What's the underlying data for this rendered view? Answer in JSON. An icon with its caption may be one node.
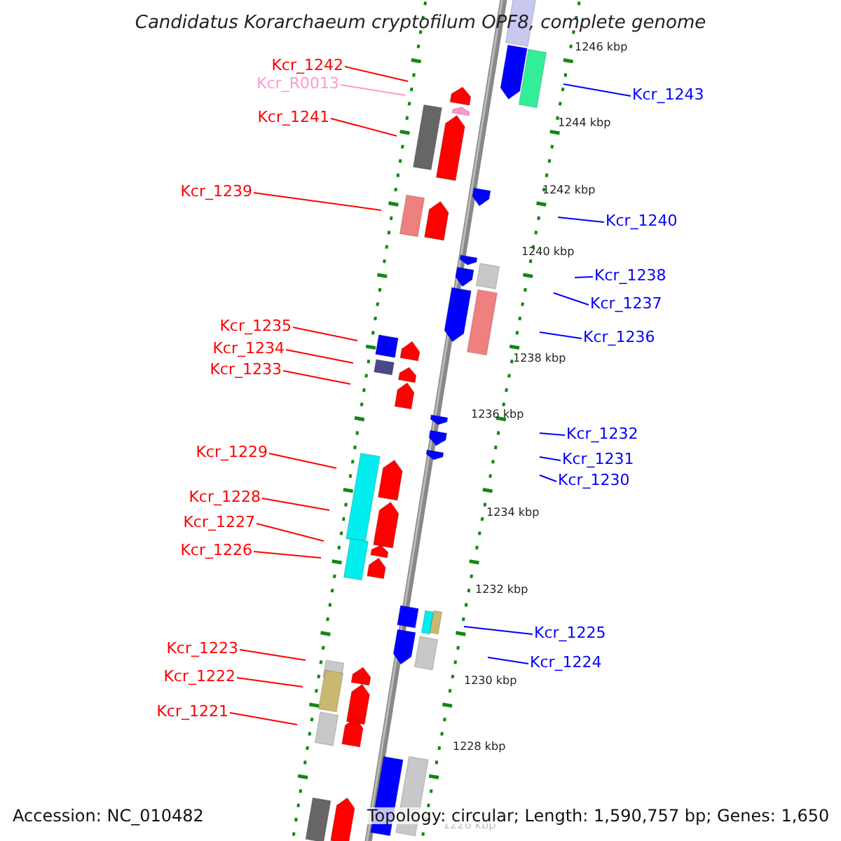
{
  "diagram": {
    "title": "Candidatus Korarchaeum cryptofilum OPF8, complete genome",
    "nodes": [
      {
        "text": [
          "Kcr_1242"
        ]
      },
      {
        "text": [
          "Kcr_R0013"
        ]
      },
      {
        "text": [
          "Kcr_1243"
        ]
      },
      {
        "text": [
          "Kcr_1241"
        ]
      },
      {
        "text": [
          "Kcr_1239"
        ]
      },
      {
        "text": [
          "Kcr_1240"
        ]
      },
      {
        "text": [
          "Kcr_1238"
        ]
      },
      {
        "text": [
          "Kcr_1237"
        ]
      },
      {
        "text": [
          "Kcr_1235"
        ]
      },
      {
        "text": [
          "Kcr_1236"
        ]
      },
      {
        "text": [
          "Kcr_1234"
        ]
      },
      {
        "text": [
          "Kcr_1233"
        ]
      },
      {
        "text": [
          "Kcr_1232"
        ]
      },
      {
        "text": [
          "Kcr_1229"
        ]
      },
      {
        "text": [
          "Kcr_1231"
        ]
      },
      {
        "text": [
          "Kcr_1230"
        ]
      },
      {
        "text": [
          "Kcr_1228"
        ]
      },
      {
        "text": [
          "Kcr_1227"
        ]
      },
      {
        "text": [
          "Kcr_1226"
        ]
      },
      {
        "text": [
          "Kcr_1225"
        ]
      },
      {
        "text": [
          "Kcr_1223"
        ]
      },
      {
        "text": [
          "Kcr_1224"
        ]
      },
      {
        "text": [
          "Kcr_1222"
        ]
      },
      {
        "text": [
          "Kcr_1221"
        ]
      }
    ],
    "edges": [
      {
        "from": 0,
        "to": null,
        "arrow": "none"
      },
      {
        "from": 1,
        "to": null,
        "arrow": "none",
        "color": "#ff99cc"
      },
      {
        "from": 2,
        "to": null,
        "arrow": "none",
        "color": "#0000ff"
      },
      {
        "from": 3,
        "to": null,
        "arrow": "none"
      },
      {
        "from": 4,
        "to": null,
        "arrow": "none"
      },
      {
        "from": 5,
        "to": null,
        "arrow": "none",
        "color": "#0000ff"
      },
      {
        "from": 6,
        "to": null,
        "arrow": "none",
        "color": "#0000ff"
      },
      {
        "from": 7,
        "to": null,
        "arrow": "none",
        "color": "#0000ff"
      },
      {
        "from": 8,
        "to": null,
        "arrow": "none"
      },
      {
        "from": 9,
        "to": null,
        "arrow": "none",
        "color": "#0000ff"
      },
      {
        "from": 10,
        "to": null,
        "arrow": "none"
      },
      {
        "from": 11,
        "to": null,
        "arrow": "none"
      },
      {
        "from": 12,
        "to": null,
        "arrow": "none",
        "color": "#0000ff"
      },
      {
        "from": 13,
        "to": null,
        "arrow": "none"
      },
      {
        "from": 14,
        "to": null,
        "arrow": "none",
        "color": "#0000ff"
      },
      {
        "from": 15,
        "to": null,
        "arrow": "none",
        "color": "#0000ff"
      },
      {
        "from": 16,
        "to": null,
        "arrow": "none"
      },
      {
        "from": 17,
        "to": null,
        "arrow": "none"
      },
      {
        "from": 18,
        "to": null,
        "arrow": "none"
      },
      {
        "from": 19,
        "to": null,
        "arrow": "none",
        "color": "#0000ff"
      },
      {
        "from": 20,
        "to": null,
        "arrow": "none"
      },
      {
        "from": 21,
        "to": null,
        "arrow": "none",
        "color": "#0000ff"
      },
      {
        "from": 22,
        "to": null,
        "arrow": "none"
      },
      {
        "from": 23,
        "to": null,
        "arrow": "none"
      }
    ],
    "labels": [
      "1246 kbp",
      "1244 kbp",
      "1242 kbp",
      "1240 kbp",
      "1238 kbp",
      "1236 kbp",
      "1234 kbp",
      "1232 kbp",
      "1230 kbp",
      "1228 kbp",
      "1226 kbp",
      "Accession: NC_010482",
      "Topology: circular; Length: 1,590,757 bp; Genes: 1,650"
    ]
  }
}
